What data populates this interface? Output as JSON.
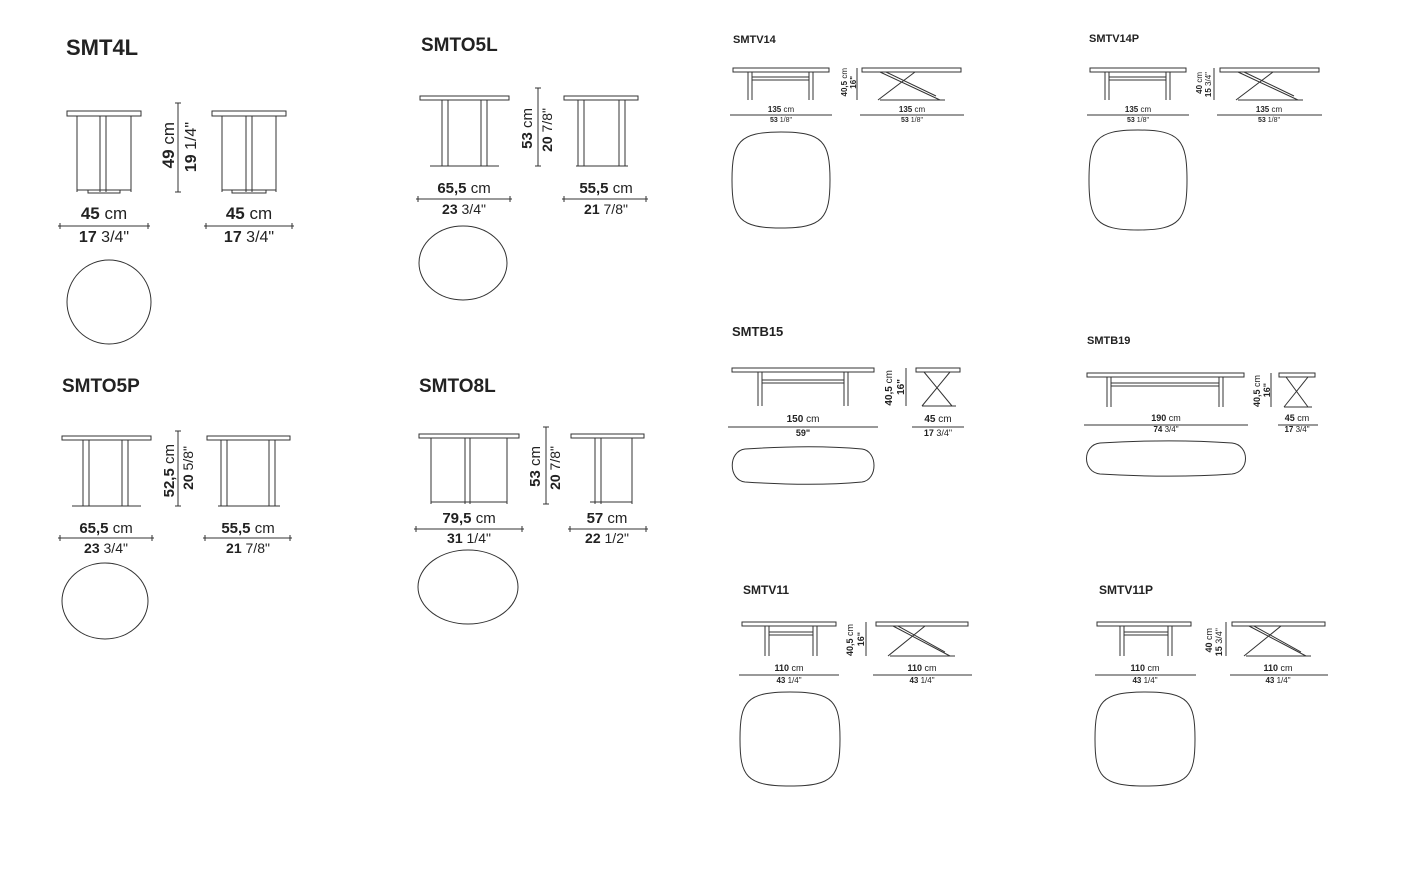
{
  "products": [
    {
      "code": "SMT4L",
      "views": [
        {
          "width_cm": "45",
          "width_in": "17",
          "width_in_frac": "3/4\""
        },
        {
          "width_cm": "45",
          "width_in": "17",
          "width_in_frac": "3/4\""
        }
      ],
      "height_cm": "49",
      "height_in": "19",
      "height_in_frac": "1/4\"",
      "top_shape": "circle"
    },
    {
      "code": "SMTO5L",
      "views": [
        {
          "width_cm": "65,5",
          "width_in": "23",
          "width_in_frac": "3/4\""
        },
        {
          "width_cm": "55,5",
          "width_in": "21",
          "width_in_frac": "7/8\""
        }
      ],
      "height_cm": "53",
      "height_in": "20",
      "height_in_frac": "7/8\"",
      "top_shape": "oval"
    },
    {
      "code": "SMTV14",
      "views": [
        {
          "width_cm": "135",
          "width_in": "53",
          "width_in_frac": "1/8\""
        },
        {
          "width_cm": "135",
          "width_in": "53",
          "width_in_frac": "1/8\""
        }
      ],
      "height_cm": "40,5",
      "height_in": "16\"",
      "height_in_frac": "",
      "top_shape": "rounded square"
    },
    {
      "code": "SMTV14P",
      "views": [
        {
          "width_cm": "135",
          "width_in": "53",
          "width_in_frac": "1/8\""
        },
        {
          "width_cm": "135",
          "width_in": "53",
          "width_in_frac": "1/8\""
        }
      ],
      "height_cm": "40",
      "height_in": "15",
      "height_in_frac": "3/4\"",
      "top_shape": "rounded square"
    },
    {
      "code": "SMTO5P",
      "views": [
        {
          "width_cm": "65,5",
          "width_in": "23",
          "width_in_frac": "3/4\""
        },
        {
          "width_cm": "55,5",
          "width_in": "21",
          "width_in_frac": "7/8\""
        }
      ],
      "height_cm": "52,5",
      "height_in": "20",
      "height_in_frac": "5/8\"",
      "top_shape": "oval"
    },
    {
      "code": "SMTO8L",
      "views": [
        {
          "width_cm": "79,5",
          "width_in": "31",
          "width_in_frac": "1/4\""
        },
        {
          "width_cm": "57",
          "width_in": "22",
          "width_in_frac": "1/2\""
        }
      ],
      "height_cm": "53",
      "height_in": "20",
      "height_in_frac": "7/8\"",
      "top_shape": "oval"
    },
    {
      "code": "SMTB15",
      "views": [
        {
          "width_cm": "150",
          "width_in": "59\"",
          "width_in_frac": ""
        },
        {
          "width_cm": "45",
          "width_in": "17",
          "width_in_frac": "3/4\""
        }
      ],
      "height_cm": "40,5",
      "height_in": "16\"",
      "height_in_frac": "",
      "top_shape": "rounded rectangle"
    },
    {
      "code": "SMTB19",
      "views": [
        {
          "width_cm": "190",
          "width_in": "74",
          "width_in_frac": "3/4\""
        },
        {
          "width_cm": "45",
          "width_in": "17",
          "width_in_frac": "3/4\""
        }
      ],
      "height_cm": "40,5",
      "height_in": "16\"",
      "height_in_frac": "",
      "top_shape": "rounded rectangle"
    },
    {
      "code": "SMTV11",
      "views": [
        {
          "width_cm": "110",
          "width_in": "43",
          "width_in_frac": "1/4\""
        },
        {
          "width_cm": "110",
          "width_in": "43",
          "width_in_frac": "1/4\""
        }
      ],
      "height_cm": "40,5",
      "height_in": "16\"",
      "height_in_frac": "",
      "top_shape": "rounded square"
    },
    {
      "code": "SMTV11P",
      "views": [
        {
          "width_cm": "110",
          "width_in": "43",
          "width_in_frac": "1/4\""
        },
        {
          "width_cm": "110",
          "width_in": "43",
          "width_in_frac": "1/4\""
        }
      ],
      "height_cm": "40",
      "height_in": "15",
      "height_in_frac": "3/4\"",
      "top_shape": "rounded square"
    }
  ],
  "unit_cm": "cm",
  "colors": {
    "line": "#333333",
    "text": "#222222",
    "background": "#ffffff"
  }
}
